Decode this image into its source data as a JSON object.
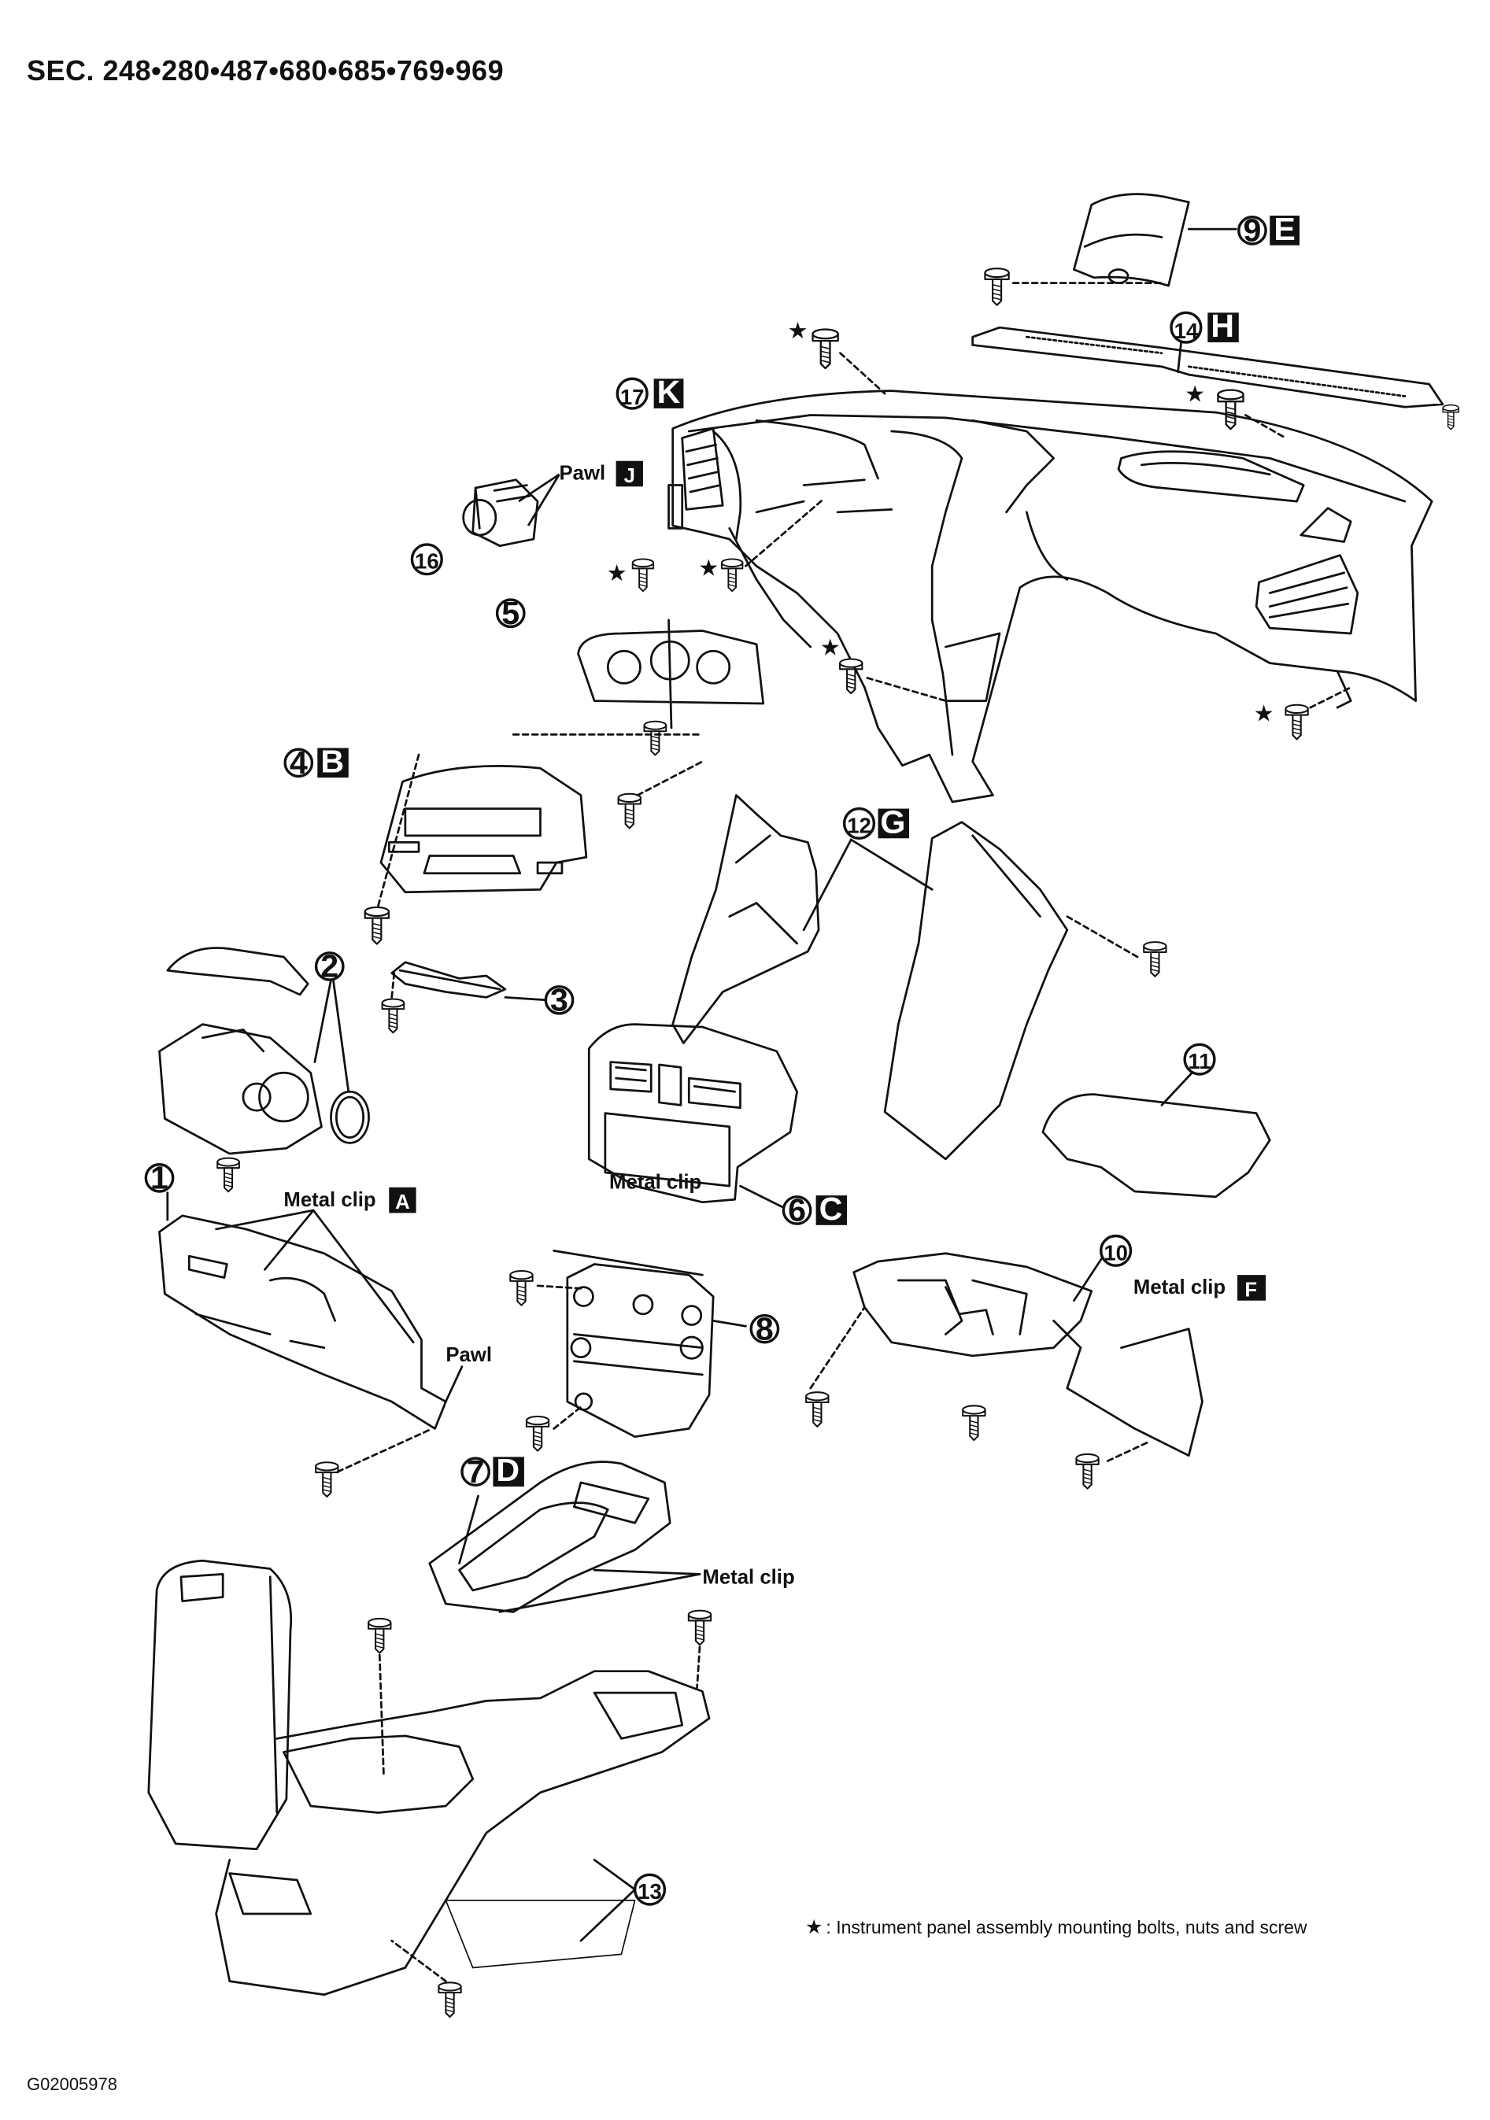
{
  "header": {
    "title": "SEC. 248•280•487•680•685•769•969"
  },
  "footer": {
    "figure_code": "G02005978",
    "legend_symbol": "★",
    "legend_text": ": Instrument panel assembly mounting bolts, nuts and screw"
  },
  "callouts": [
    {
      "num": "1"
    },
    {
      "num": "2"
    },
    {
      "num": "3"
    },
    {
      "num": "4",
      "letter": "B"
    },
    {
      "num": "5"
    },
    {
      "num": "6",
      "letter": "C"
    },
    {
      "num": "7",
      "letter": "D"
    },
    {
      "num": "8"
    },
    {
      "num": "9",
      "letter": "E"
    },
    {
      "num": "10"
    },
    {
      "num": "11"
    },
    {
      "num": "12",
      "letter": "G"
    },
    {
      "num": "13"
    },
    {
      "num": "14",
      "letter": "H"
    },
    {
      "num": "16"
    },
    {
      "num": "17",
      "letter": "K"
    }
  ],
  "labels": {
    "pawl_j": "Pawl",
    "pawl_j_letter": "J",
    "pawl_1": "Pawl",
    "metal_clip_a": "Metal clip",
    "metal_clip_a_letter": "A",
    "metal_clip_6": "Metal clip",
    "metal_clip_f": "Metal clip",
    "metal_clip_f_letter": "F",
    "metal_clip_7": "Metal clip"
  },
  "star_symbol": "★"
}
